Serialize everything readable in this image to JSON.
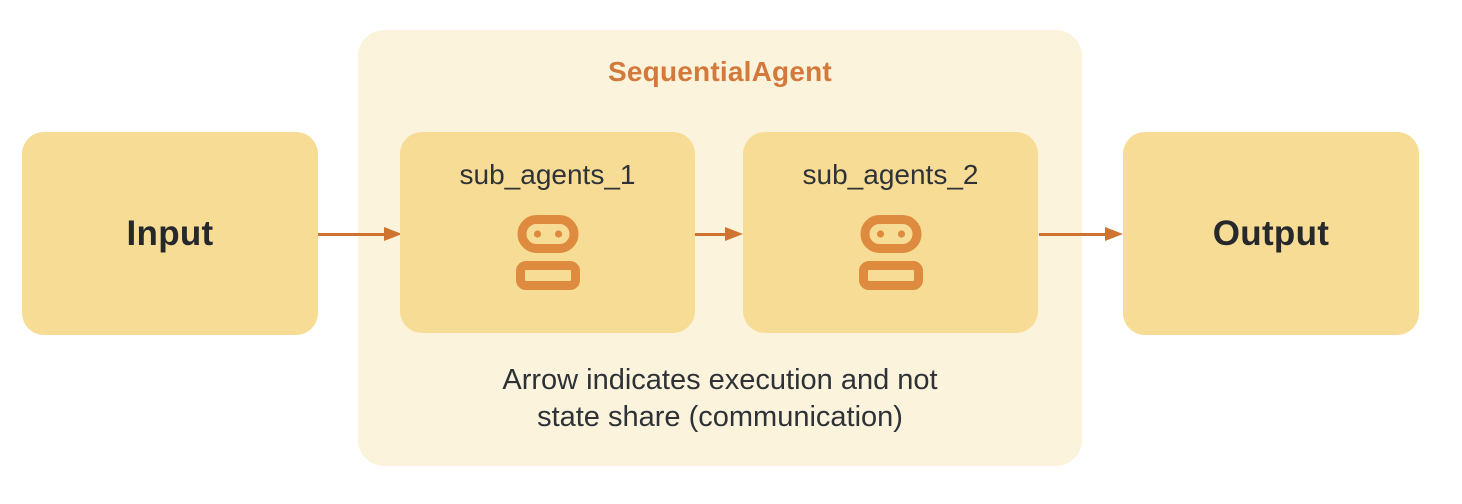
{
  "colors": {
    "box_fill": "#F7DC95",
    "container_fill": "#FBF3DC",
    "arrow": "#CE7430",
    "icon": "#DE8A3F",
    "title": "#D3793C",
    "text_dark": "#26282C"
  },
  "nodes": {
    "input": "Input",
    "output": "Output"
  },
  "sequential_agent": {
    "title": "SequentialAgent",
    "sub_agents": [
      {
        "label": "sub_agents_1",
        "icon": "robot-icon"
      },
      {
        "label": "sub_agents_2",
        "icon": "robot-icon"
      }
    ],
    "note": {
      "line1": "Arrow indicates execution and not",
      "line2": "state share (communication)"
    }
  }
}
